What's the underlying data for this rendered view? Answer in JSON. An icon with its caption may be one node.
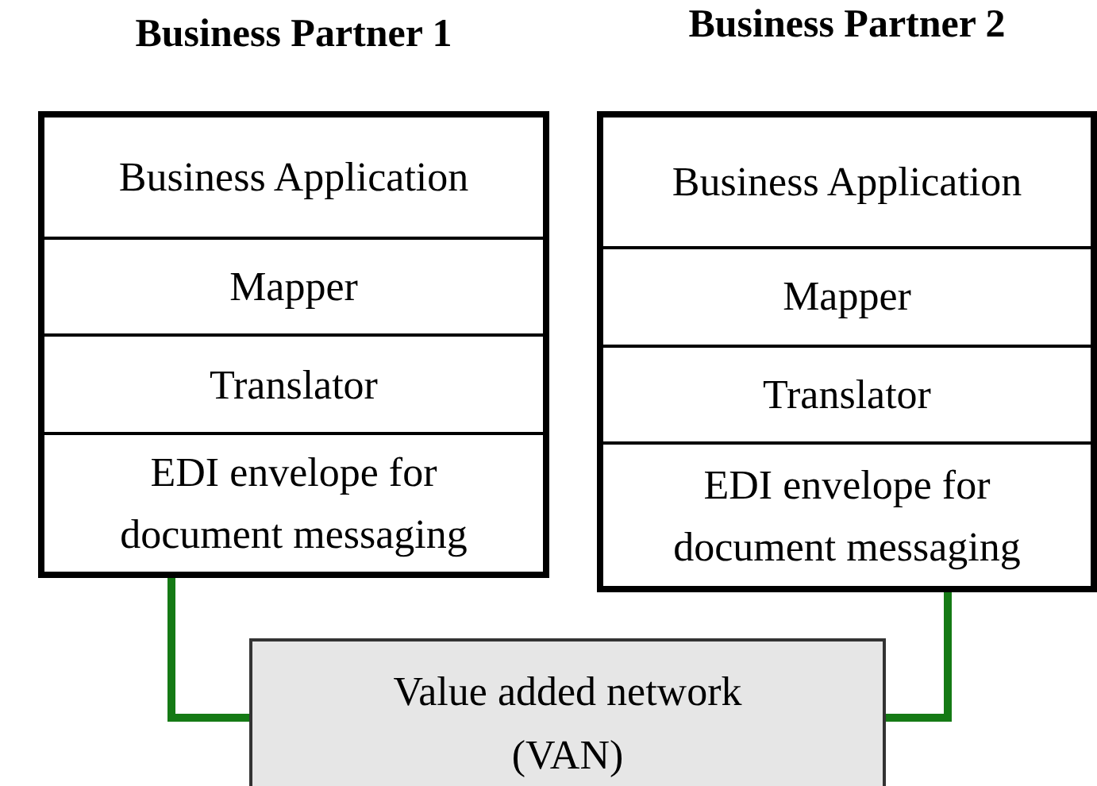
{
  "diagram": {
    "nodes": [
      {
        "text": [
          "Business Partner 1"
        ]
      },
      {
        "text": [
          "Business Application"
        ],
        "in": 0
      },
      {
        "text": [
          "Mapper"
        ],
        "in": 0
      },
      {
        "text": [
          "Translator"
        ],
        "in": 0
      },
      {
        "text": [
          "EDI envelope for document messaging"
        ],
        "in": 0
      },
      {
        "text": [
          "Business Partner 2"
        ]
      },
      {
        "text": [
          "Business Application"
        ],
        "in": 5
      },
      {
        "text": [
          "Mapper"
        ],
        "in": 5
      },
      {
        "text": [
          "Translator"
        ],
        "in": 5
      },
      {
        "text": [
          "EDI envelope for document messaging"
        ],
        "in": 5
      },
      {
        "text": [
          "Value added network (VAN)"
        ]
      }
    ],
    "edges": [
      {
        "from": 4,
        "to": 10,
        "arrow": "none",
        "color": "#157a15"
      },
      {
        "from": 9,
        "to": 10,
        "arrow": "none",
        "color": "#157a15"
      }
    ]
  }
}
